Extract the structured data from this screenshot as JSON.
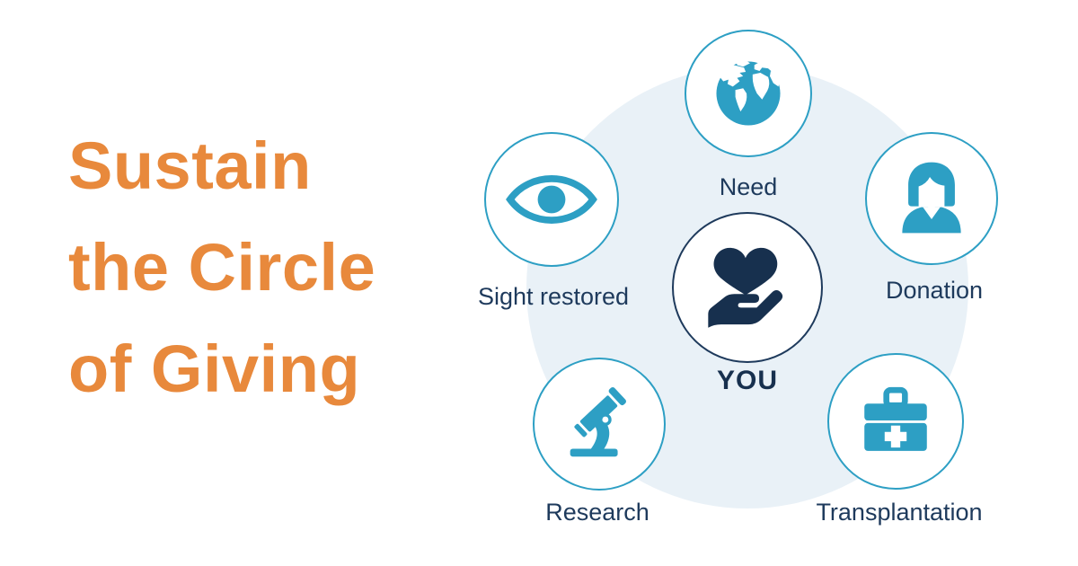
{
  "title": {
    "lines": [
      "Sustain",
      "the Circle",
      "of Giving"
    ]
  },
  "diagram": {
    "center": {
      "label": "YOU",
      "icon": "heart-in-hand-icon"
    },
    "nodes": [
      {
        "id": "need",
        "label": "Need",
        "icon": "globe-icon"
      },
      {
        "id": "donation",
        "label": "Donation",
        "icon": "person-icon"
      },
      {
        "id": "transplantation",
        "label": "Transplantation",
        "icon": "medical-kit-icon"
      },
      {
        "id": "research",
        "label": "Research",
        "icon": "microscope-icon"
      },
      {
        "id": "sight-restored",
        "label": "Sight restored",
        "icon": "eye-icon"
      }
    ]
  },
  "colors": {
    "orange": "#E8893C",
    "teal": "#2D9FC4",
    "navy": "#1E3A5C",
    "heart_navy": "#17304E",
    "light_blue": "#E9F1F7"
  }
}
